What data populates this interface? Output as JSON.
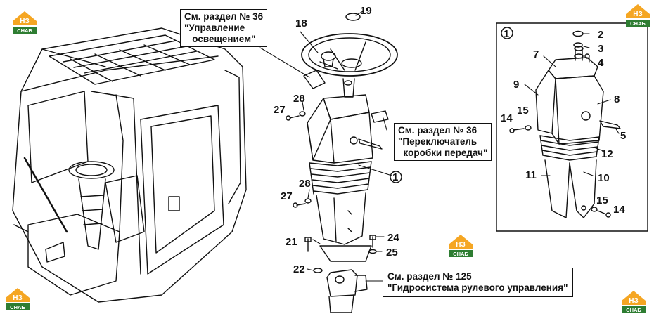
{
  "logo": {
    "top": "НЗ",
    "bottom": "СНАБ",
    "color_orange": "#f5a623",
    "color_green": "#2e7d32"
  },
  "callouts": {
    "lighting": "См. раздел № 36\n\"Управление\n   освещением\"",
    "gearbox": "См. раздел № 36\n\"Переключатель\n  коробки передач\"",
    "hydraulic": "См. раздел № 125\n\"Гидросистема рулевого управления\""
  },
  "parts": {
    "p18": "18",
    "p19": "19",
    "p28a": "28",
    "p27a": "27",
    "p28b": "28",
    "p27b": "27",
    "p1": "1",
    "p21": "21",
    "p24": "24",
    "p25": "25",
    "p22": "22"
  },
  "detail": {
    "marker": "1",
    "p2": "2",
    "p3": "3",
    "p4": "4",
    "p7": "7",
    "p9": "9",
    "p8": "8",
    "p14a": "14",
    "p15a": "15",
    "p5": "5",
    "p12": "12",
    "p11": "11",
    "p10": "10",
    "p15b": "15",
    "p14b": "14"
  }
}
